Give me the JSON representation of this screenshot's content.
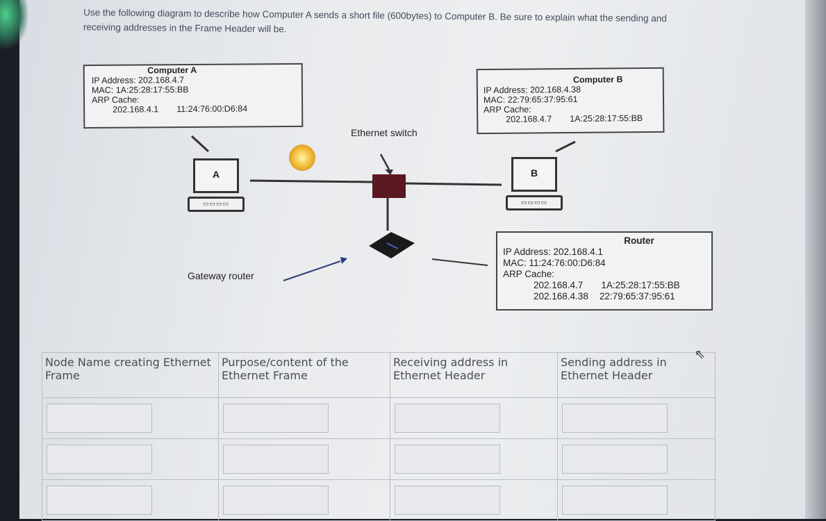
{
  "question": "Use the following diagram to describe how Computer A sends a short file (600bytes) to Computer B. Be sure to explain what the sending and receiving addresses in the Frame Header will be.",
  "computer_a": {
    "title": "Computer A",
    "ip": "IP Address: 202.168.4.7",
    "mac": "MAC: 1A:25:28:17:55:BB",
    "arp_label": "ARP Cache:",
    "arp_ip": "202.168.4.1",
    "arp_mac": "11:24:76:00:D6:84",
    "laptop_label": "A"
  },
  "computer_b": {
    "title": "Computer B",
    "ip": "IP Address: 202.168.4.38",
    "mac": "MAC: 22:79:65:37:95:61",
    "arp_label": "ARP Cache:",
    "arp_ip": "202.168.4.7",
    "arp_mac": "1A:25:28:17:55:BB",
    "laptop_label": "B"
  },
  "router": {
    "title": "Router",
    "ip": "IP Address: 202.168.4.1",
    "mac": "MAC: 11:24:76:00:D6:84",
    "arp_label": "ARP Cache:",
    "arp1_ip": "202.168.4.7",
    "arp1_mac": "1A:25:28:17:55:BB",
    "arp2_ip": "202.168.4.38",
    "arp2_mac": "22:79:65:37:95:61"
  },
  "labels": {
    "switch": "Ethernet switch",
    "gateway": "Gateway router"
  },
  "table": {
    "headers": [
      "Node Name creating Ethernet Frame",
      "Purpose/content of the Ethernet Frame",
      "Receiving address in Ethernet Header",
      "Sending address in Ethernet Header"
    ]
  }
}
